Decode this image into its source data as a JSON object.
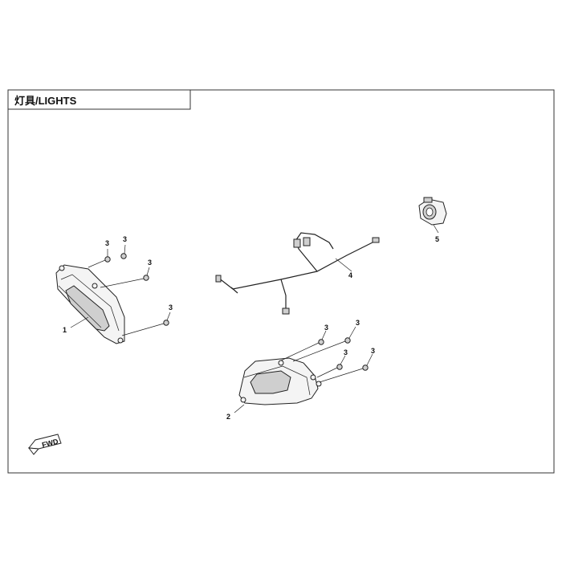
{
  "header": {
    "title": "灯具/LIGHTS"
  },
  "fwd_marker": {
    "label": "FWD"
  },
  "callouts": {
    "headlight_left": "1",
    "headlight_right": "2",
    "wire_harness": "4",
    "switch": "5",
    "bolt": "3"
  }
}
